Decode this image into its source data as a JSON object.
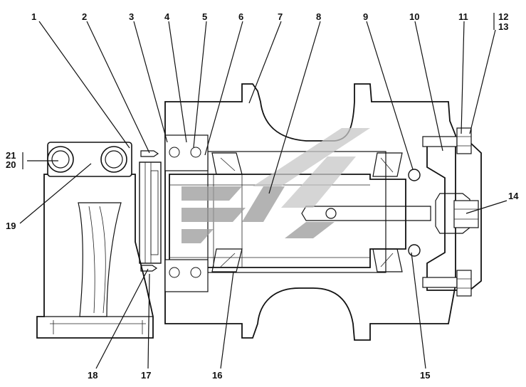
{
  "drawing": {
    "callouts": [
      {
        "id": "c1",
        "text": "1"
      },
      {
        "id": "c2",
        "text": "2"
      },
      {
        "id": "c3",
        "text": "3"
      },
      {
        "id": "c4",
        "text": "4"
      },
      {
        "id": "c5",
        "text": "5"
      },
      {
        "id": "c6",
        "text": "6"
      },
      {
        "id": "c7",
        "text": "7"
      },
      {
        "id": "c8",
        "text": "8"
      },
      {
        "id": "c9",
        "text": "9"
      },
      {
        "id": "c10",
        "text": "10"
      },
      {
        "id": "c11",
        "text": "11"
      },
      {
        "id": "c12",
        "text": "12"
      },
      {
        "id": "c13",
        "text": "13"
      },
      {
        "id": "c14",
        "text": "14"
      },
      {
        "id": "c15",
        "text": "15"
      },
      {
        "id": "c16",
        "text": "16"
      },
      {
        "id": "c17",
        "text": "17"
      },
      {
        "id": "c18",
        "text": "18"
      },
      {
        "id": "c19",
        "text": "19"
      },
      {
        "id": "c20",
        "text": "20"
      },
      {
        "id": "c21",
        "text": "21"
      }
    ],
    "colors": {
      "line": "#111111",
      "watermark_dark": "#9a9a9a",
      "watermark_light": "#c8c8c8",
      "background": "#ffffff"
    }
  }
}
